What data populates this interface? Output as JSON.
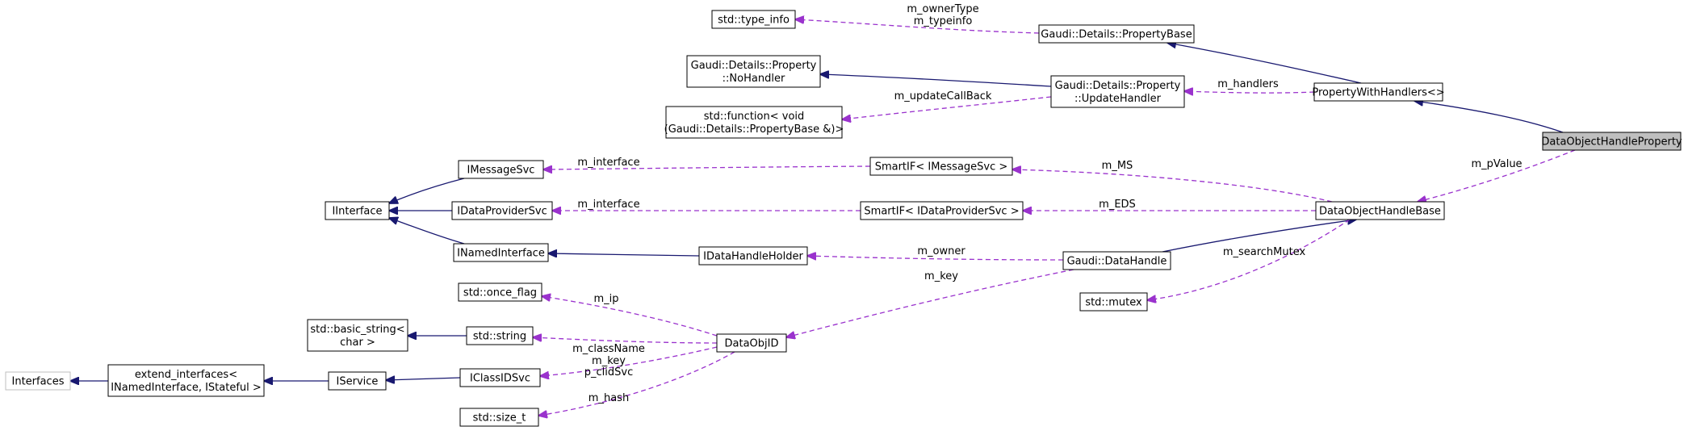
{
  "colors": {
    "inheritance": "#191970",
    "usage": "#9a32cd",
    "node_border": "#000000",
    "external_border": "#bfbfbf",
    "highlight_fill": "#bfbfbf",
    "node_fill": "#ffffff"
  },
  "nodes": [
    {
      "id": "type_info",
      "lines": [
        "std::type_info"
      ]
    },
    {
      "id": "property_base",
      "lines": [
        "Gaudi::Details::PropertyBase"
      ]
    },
    {
      "id": "no_handler",
      "lines": [
        "Gaudi::Details::Property",
        "::NoHandler"
      ]
    },
    {
      "id": "update_handler",
      "lines": [
        "Gaudi::Details::Property",
        "::UpdateHandler"
      ]
    },
    {
      "id": "property_with_handlers",
      "lines": [
        "PropertyWithHandlers<>"
      ]
    },
    {
      "id": "std_function",
      "lines": [
        "std::function< void",
        "(Gaudi::Details::PropertyBase &)>"
      ]
    },
    {
      "id": "data_object_handle_property",
      "lines": [
        "DataObjectHandleProperty"
      ]
    },
    {
      "id": "imessage_svc",
      "lines": [
        "IMessageSvc"
      ]
    },
    {
      "id": "smartif_imessage",
      "lines": [
        "SmartIF< IMessageSvc >"
      ]
    },
    {
      "id": "iinterface",
      "lines": [
        "IInterface"
      ]
    },
    {
      "id": "idataprovider_svc",
      "lines": [
        "IDataProviderSvc"
      ]
    },
    {
      "id": "smartif_idataprovider",
      "lines": [
        "SmartIF< IDataProviderSvc >"
      ]
    },
    {
      "id": "data_object_handle_base",
      "lines": [
        "DataObjectHandleBase"
      ]
    },
    {
      "id": "inamed_interface",
      "lines": [
        "INamedInterface"
      ]
    },
    {
      "id": "idatahandle_holder",
      "lines": [
        "IDataHandleHolder"
      ]
    },
    {
      "id": "gaudi_datahandle",
      "lines": [
        "Gaudi::DataHandle"
      ]
    },
    {
      "id": "std_once_flag",
      "lines": [
        "std::once_flag"
      ]
    },
    {
      "id": "std_mutex",
      "lines": [
        "std::mutex"
      ]
    },
    {
      "id": "std_basic_string",
      "lines": [
        "std::basic_string<",
        "char >"
      ]
    },
    {
      "id": "std_string",
      "lines": [
        "std::string"
      ]
    },
    {
      "id": "dataobj_id",
      "lines": [
        "DataObjID"
      ]
    },
    {
      "id": "interfaces",
      "lines": [
        "Interfaces"
      ]
    },
    {
      "id": "extend_interfaces",
      "lines": [
        "extend_interfaces<",
        "INamedInterface, IStateful >"
      ]
    },
    {
      "id": "iservice",
      "lines": [
        "IService"
      ]
    },
    {
      "id": "iclassid_svc",
      "lines": [
        "IClassIDSvc"
      ]
    },
    {
      "id": "std_size_t",
      "lines": [
        "std::size_t"
      ]
    }
  ],
  "edges": [
    {
      "id": "e_typeinfo",
      "kind": "usage",
      "labels": [
        "m_ownerType",
        "m_typeinfo"
      ]
    },
    {
      "id": "e_pb_pwh",
      "kind": "inheritance",
      "labels": []
    },
    {
      "id": "e_nh_uh",
      "kind": "inheritance",
      "labels": []
    },
    {
      "id": "e_handlers",
      "kind": "usage",
      "labels": [
        "m_handlers"
      ]
    },
    {
      "id": "e_callback",
      "kind": "usage",
      "labels": [
        "m_updateCallBack"
      ]
    },
    {
      "id": "e_pwh_dohp",
      "kind": "inheritance",
      "labels": []
    },
    {
      "id": "e_pvalue",
      "kind": "usage",
      "labels": [
        "m_pValue"
      ]
    },
    {
      "id": "e_ms",
      "kind": "usage",
      "labels": [
        "m_MS"
      ]
    },
    {
      "id": "e_eds",
      "kind": "usage",
      "labels": [
        "m_EDS"
      ]
    },
    {
      "id": "e_msg_iface",
      "kind": "usage",
      "labels": [
        "m_interface"
      ]
    },
    {
      "id": "e_dp_iface",
      "kind": "usage",
      "labels": [
        "m_interface"
      ]
    },
    {
      "id": "e_ims_ii",
      "kind": "inheritance",
      "labels": []
    },
    {
      "id": "e_idp_ii",
      "kind": "inheritance",
      "labels": []
    },
    {
      "id": "e_ini_ii",
      "kind": "inheritance",
      "labels": []
    },
    {
      "id": "e_idhh_ini",
      "kind": "inheritance",
      "labels": []
    },
    {
      "id": "e_gdh_dohb",
      "kind": "inheritance",
      "labels": []
    },
    {
      "id": "e_owner",
      "kind": "usage",
      "labels": [
        "m_owner"
      ]
    },
    {
      "id": "e_mutex",
      "kind": "usage",
      "labels": [
        "m_searchMutex"
      ]
    },
    {
      "id": "e_key",
      "kind": "usage",
      "labels": [
        "m_key"
      ]
    },
    {
      "id": "e_ip",
      "kind": "usage",
      "labels": [
        "m_ip"
      ]
    },
    {
      "id": "e_bs_str",
      "kind": "inheritance",
      "labels": []
    },
    {
      "id": "e_classname",
      "kind": "usage",
      "labels": [
        "m_className",
        "m_key"
      ]
    },
    {
      "id": "e_clidsvc",
      "kind": "usage",
      "labels": [
        "p_clidSvc"
      ]
    },
    {
      "id": "e_hash",
      "kind": "usage",
      "labels": [
        "m_hash"
      ]
    },
    {
      "id": "e_if_ext",
      "kind": "inheritance",
      "labels": []
    },
    {
      "id": "e_ext_isvc",
      "kind": "inheritance",
      "labels": []
    },
    {
      "id": "e_isvc_iclid",
      "kind": "inheritance",
      "labels": []
    }
  ]
}
